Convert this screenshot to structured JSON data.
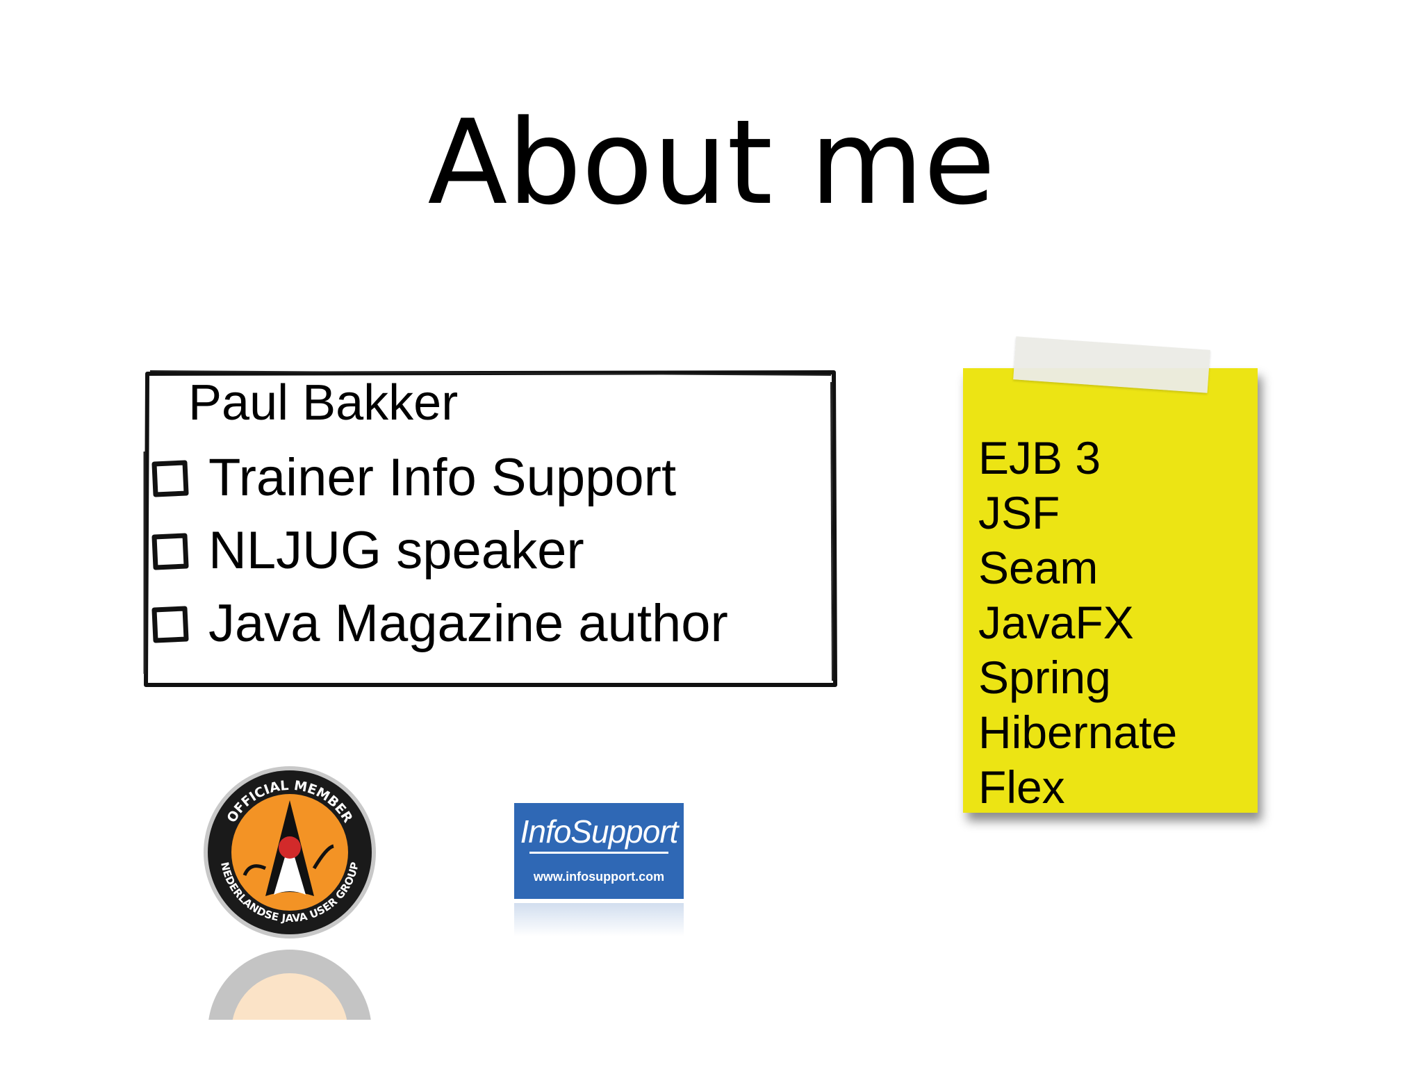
{
  "slide": {
    "title": "About me"
  },
  "bio": {
    "name": "Paul Bakker",
    "items": [
      {
        "label": "Trainer Info Support"
      },
      {
        "label": "NLJUG speaker"
      },
      {
        "label": "Java Magazine author"
      }
    ]
  },
  "sticky_note": {
    "color": "#ece414",
    "items": [
      "EJB 3",
      "JSF",
      "Seam",
      "JavaFX",
      "Spring",
      "Hibernate",
      "Flex"
    ]
  },
  "logos": {
    "nljug": {
      "top_text": "OFFICIAL MEMBER",
      "bottom_text": "NEDERLANDSE JAVA USER GROUP",
      "color": "#f39325"
    },
    "infosupport": {
      "brand": "InfoSupport",
      "url": "www.infosupport.com",
      "color": "#2f68b5"
    }
  }
}
